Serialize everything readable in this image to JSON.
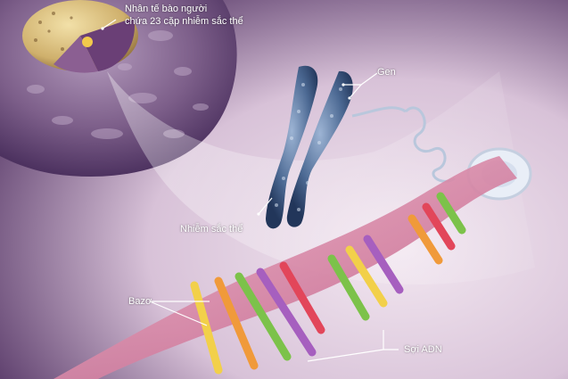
{
  "labels": {
    "nucleus_line1": "Nhân tế bào người",
    "nucleus_line2": "chứa 23 cặp nhiễm sắc thể",
    "gene": "Gen",
    "chromosome": "Nhiễm sắc thể",
    "base": "Bazơ",
    "dna_strand": "Sợi ADN"
  },
  "colors": {
    "background_light": "#efe4ee",
    "background_purple": "#6b4a7a",
    "cell_body": "#8c6f96",
    "nucleus": "#d9c48a",
    "chromosome": "#4c6a93",
    "dna_backbone": "#d98aa6",
    "base_yellow": "#f2d04a",
    "base_orange": "#f09a3a",
    "base_green": "#7cc24a",
    "base_purple": "#a65fbf",
    "base_red": "#e2465a"
  }
}
